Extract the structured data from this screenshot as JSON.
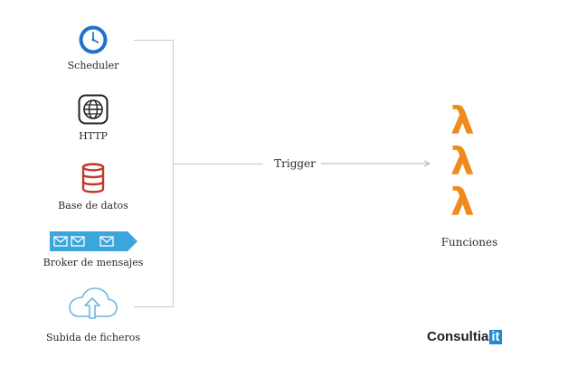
{
  "sources": {
    "scheduler": "Scheduler",
    "http": "HTTP",
    "database": "Base de datos",
    "broker": "Broker de mensajes",
    "upload": "Subida de ficheros"
  },
  "trigger_label": "Trigger",
  "target_label": "Funciones",
  "lambda_symbol": "λ",
  "logo": {
    "text": "Consultia",
    "accent": "it"
  },
  "colors": {
    "lambda": "#f18a1c",
    "database": "#c0392b",
    "broker": "#3aa6dc",
    "clock": "#1e73c8",
    "upload": "#6cb9de",
    "connector": "#c9c9c9",
    "logo_accent": "#1f8ad6"
  }
}
